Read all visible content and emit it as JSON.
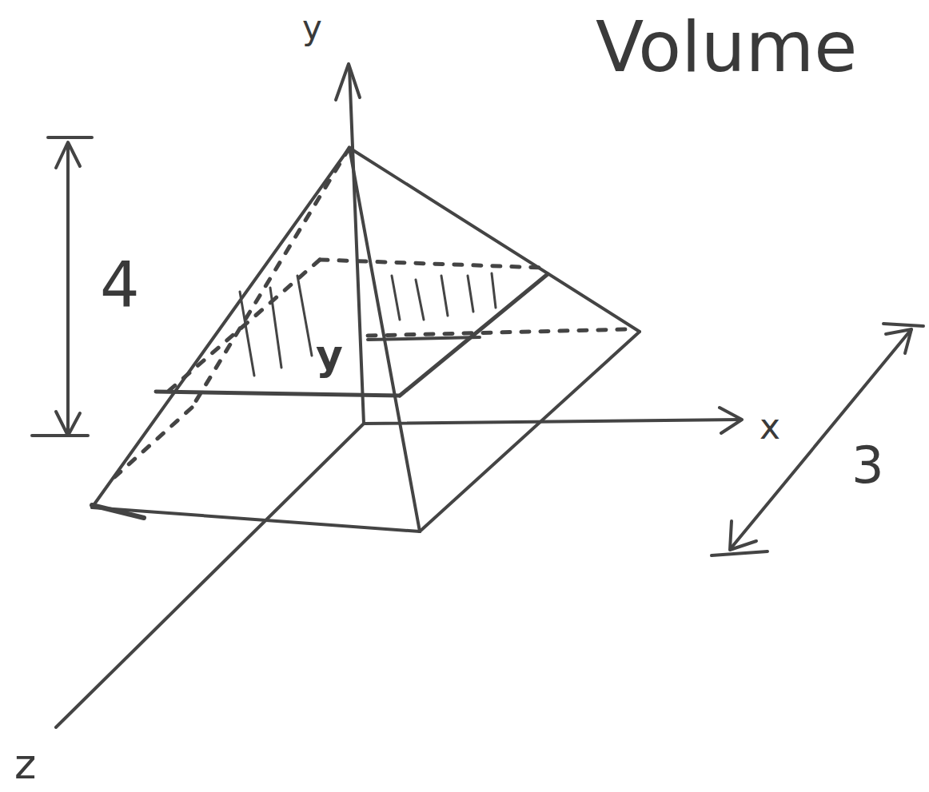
{
  "diagram": {
    "title": "Volume",
    "labels": [
      "y",
      "4",
      "y",
      "x",
      "3",
      "z"
    ]
  }
}
